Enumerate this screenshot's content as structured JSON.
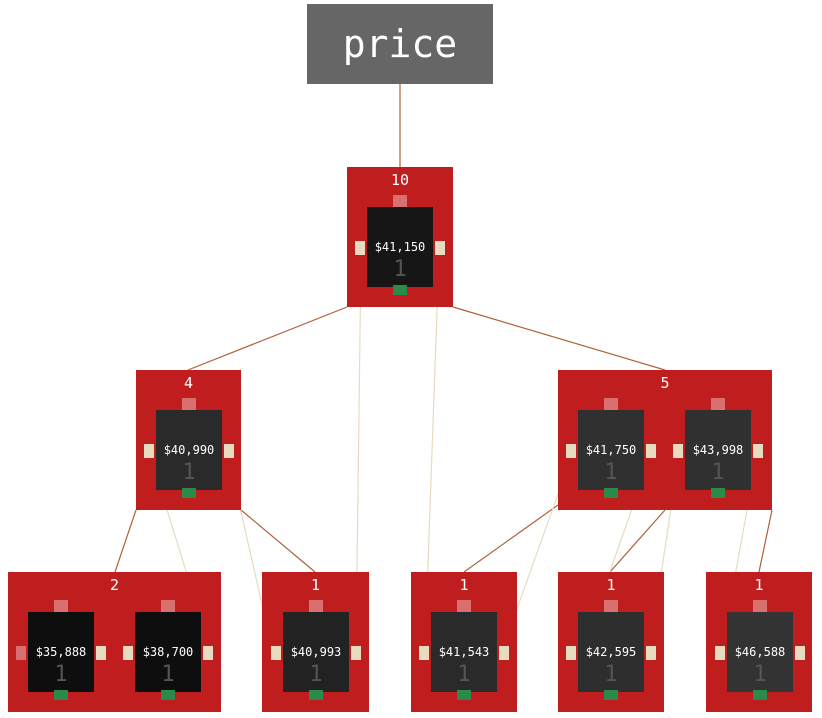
{
  "root_label": "price",
  "colors": {
    "node": "#c01e1e",
    "key": "#222222",
    "edge": "#b0603a",
    "pointer": "#e8dcc0"
  },
  "nodes": [
    {
      "id": "n10",
      "count": "10",
      "keys": [
        "$41,150"
      ]
    },
    {
      "id": "n4",
      "count": "4",
      "keys": [
        "$40,990"
      ]
    },
    {
      "id": "n5",
      "count": "5",
      "keys": [
        "$41,750",
        "$43,998"
      ]
    },
    {
      "id": "la",
      "count": "2",
      "keys": [
        "$35,888",
        "$38,700"
      ]
    },
    {
      "id": "lb",
      "count": "1",
      "keys": [
        "$40,993"
      ]
    },
    {
      "id": "lc",
      "count": "1",
      "keys": [
        "$41,543"
      ]
    },
    {
      "id": "ld",
      "count": "1",
      "keys": [
        "$42,595"
      ]
    },
    {
      "id": "le",
      "count": "1",
      "keys": [
        "$46,588"
      ]
    }
  ],
  "key_count": "1"
}
